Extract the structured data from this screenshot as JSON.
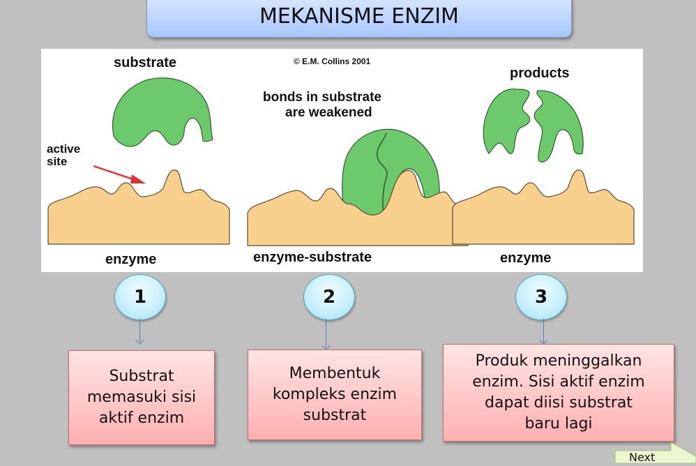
{
  "title": "MEKANISME ENZIM",
  "diagram": {
    "copyright": "© E.M. Collins 2001",
    "panels": [
      {
        "top_label": "substrate",
        "side_label_line1": "active",
        "side_label_line2": "site",
        "bottom_label": "enzyme"
      },
      {
        "top_label_line1": "bonds in substrate",
        "top_label_line2": "are weakened",
        "bottom_label": "enzyme-substrate"
      },
      {
        "top_label": "products",
        "bottom_label": "enzyme"
      }
    ],
    "colors": {
      "substrate_green": "#6cc96c",
      "enzyme_tan": "#f8d08e",
      "arrow_red": "#e03030",
      "background": "#c0c0c0"
    }
  },
  "steps": [
    {
      "number": "1",
      "text": "Substrat\nmemasuki sisi\naktif enzim"
    },
    {
      "number": "2",
      "text": "Membentuk\nkompleks enzim\nsubstrat"
    },
    {
      "number": "3",
      "text": "Produk meninggalkan\nenzim. Sisi aktif enzim\ndapat diisi substrat\nbaru lagi"
    }
  ],
  "navigation": {
    "next_label": "Next"
  }
}
